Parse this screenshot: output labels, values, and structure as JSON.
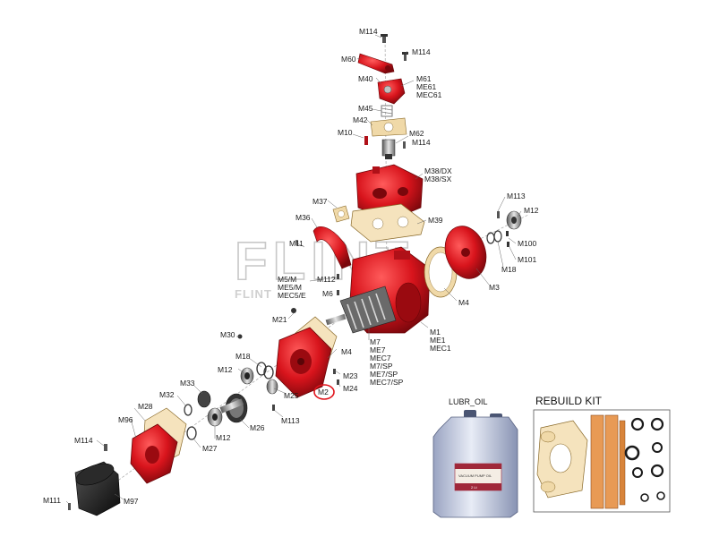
{
  "watermark": {
    "brand_large": "FLINT",
    "brand_small": "FLINT"
  },
  "callouts": {
    "M114_top": "M114",
    "M60": "M60",
    "M114_right": "M114",
    "M40": "M40",
    "M61": "M61",
    "ME61": "ME61",
    "MEC61": "MEC61",
    "M45": "M45",
    "M42": "M42",
    "M10": "M10",
    "M62": "M62",
    "M114_mid": "M114",
    "M38DX": "M38/DX",
    "M38SX": "M38/SX",
    "M37": "M37",
    "M113_right": "M113",
    "M12_right": "M12",
    "M36": "M36",
    "M39": "M39",
    "M100": "M100",
    "M101": "M101",
    "M18_right": "M18",
    "M11": "M11",
    "M3": "M3",
    "M5M": "M5/M",
    "ME5M": "ME5/M",
    "MEC5E": "MEC5/E",
    "M112": "M112",
    "M6": "M6",
    "M4_right": "M4",
    "M21": "M21",
    "M1": "M1",
    "ME1": "ME1",
    "MEC1": "MEC1",
    "M30": "M30",
    "M7": "M7",
    "ME7": "ME7",
    "MEC7": "MEC7",
    "M7SP": "M7/SP",
    "ME7SP": "ME7/SP",
    "MEC7SP": "MEC7/SP",
    "M18_left": "M18",
    "M4_left": "M4",
    "M12_left": "M12",
    "M23": "M23",
    "M24": "M24",
    "M33": "M33",
    "M25": "M25",
    "M2": "M2",
    "M32": "M32",
    "M113_left": "M113",
    "M28": "M28",
    "M96": "M96",
    "M26": "M26",
    "M12_bottom": "M12",
    "M27": "M27",
    "M114_bottom": "M114",
    "M97": "M97",
    "M111": "M111"
  },
  "lubricant": {
    "title": "LUBR_OIL",
    "bottle_label": "VACUUM PUMP OIL",
    "bottle_volume": "2 Lt"
  },
  "rebuild_kit": {
    "title": "REBUILD KIT"
  },
  "colors": {
    "part_red": "#d8141c",
    "part_dark_red": "#8e0a10",
    "highlight_circle": "#e0141c",
    "gasket_tan": "#e8c07a",
    "kit_orange": "#e89a55"
  }
}
